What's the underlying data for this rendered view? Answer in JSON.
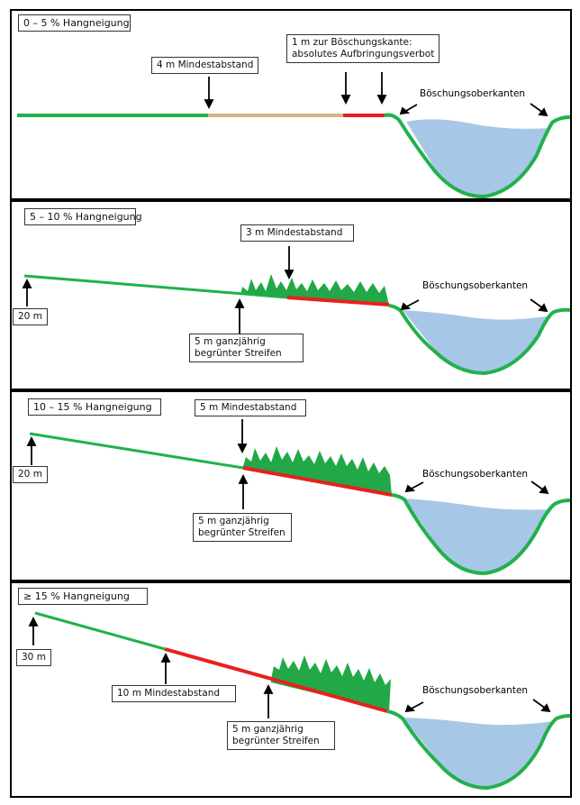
{
  "panels": [
    {
      "title": "0 – 5 % Hangneigung",
      "labels": {
        "distance": "4 m Mindestabstand",
        "edge_line1": "1 m zur Böschungskante:",
        "edge_line2": "absolutes Aufbringungsverbot",
        "banks": "Böschungsoberkanten"
      }
    },
    {
      "title": "5 – 10 % Hangneigung",
      "labels": {
        "distance": "3 m Mindestabstand",
        "strip_line1": "5 m ganzjährig",
        "strip_line2": "begrünter Streifen",
        "length": "20 m",
        "banks": "Böschungsoberkanten"
      }
    },
    {
      "title": "10 – 15 % Hangneigung",
      "labels": {
        "distance": "5 m Mindestabstand",
        "strip_line1": "5 m ganzjährig",
        "strip_line2": "begrünter Streifen",
        "length": "20 m",
        "banks": "Böschungsoberkanten"
      }
    },
    {
      "title": "≥ 15 % Hangneigung",
      "labels": {
        "distance": "10 m Mindestabstand",
        "strip_line1": "5 m ganzjährig",
        "strip_line2": "begrünter Streifen",
        "length": "30 m",
        "banks": "Böschungsoberkanten"
      }
    }
  ],
  "colors": {
    "ground": "#22b14c",
    "buffer": "#d9b38c",
    "forbidden": "#e8201e",
    "water": "#a7c7e7",
    "vegetation": "#22a847"
  }
}
